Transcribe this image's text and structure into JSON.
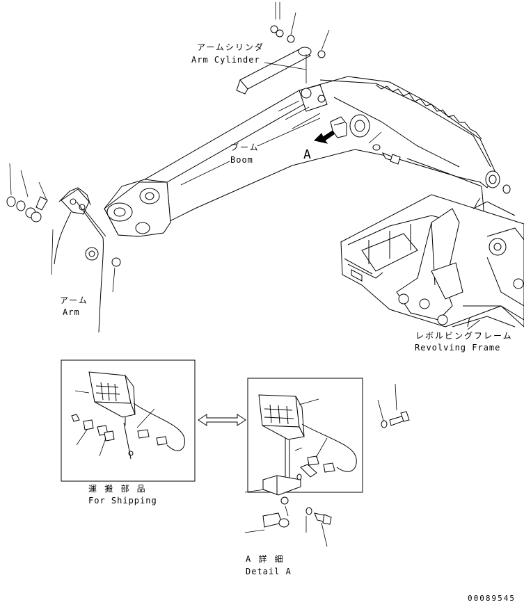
{
  "labels": {
    "arm_cylinder_jp": "アームシリンダ",
    "arm_cylinder_en": "Arm Cylinder",
    "boom_jp": "ブーム",
    "boom_en": "Boom",
    "arm_jp": "アーム",
    "arm_en": "Arm",
    "revolving_frame_jp": "レボルビングフレーム",
    "revolving_frame_en": "Revolving Frame",
    "view_marker": "A",
    "shipping_jp": "運 搬 部 品",
    "shipping_en": "For Shipping",
    "detail_jp": "A 詳 細",
    "detail_en": "Detail A",
    "drawing_number": "00089545"
  }
}
